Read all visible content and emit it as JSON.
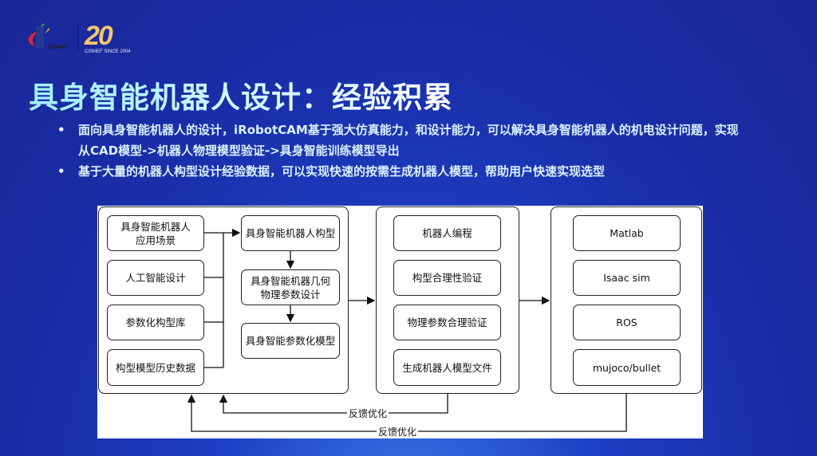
{
  "header": {
    "logo_text": "CISMEF",
    "anniversary": "20",
    "anniversary_sub": "CISMEF SINCE 2004"
  },
  "title": "具身智能机器人设计：经验积累",
  "bullets": [
    "面向具身智能机器人的设计，iRobotCAM基于强大仿真能力，和设计能力，可以解决具身智能机器人的机电设计问题，实现从CAD模型->机器人物理模型验证->具身智能训练模型导出",
    "基于大量的机器人构型设计经验数据，可以实现快速的按需生成机器人模型，帮助用户快速实现选型"
  ],
  "diagram": {
    "inputs": [
      "具身智能机器人应用场景",
      "人工智能设计",
      "参数化构型库",
      "构型模型历史数据"
    ],
    "design_steps": [
      "具身智能机器人构型",
      "具身智能机器几何物理参数设计",
      "具身智能参数化模型"
    ],
    "validation": [
      "机器人编程",
      "构型合理性验证",
      "物理参数合理验证",
      "生成机器人模型文件"
    ],
    "platforms": [
      "Matlab",
      "Isaac sim",
      "ROS",
      "mujoco/bullet"
    ],
    "feedback_1": "反馈优化",
    "feedback_2": "反馈优化"
  }
}
